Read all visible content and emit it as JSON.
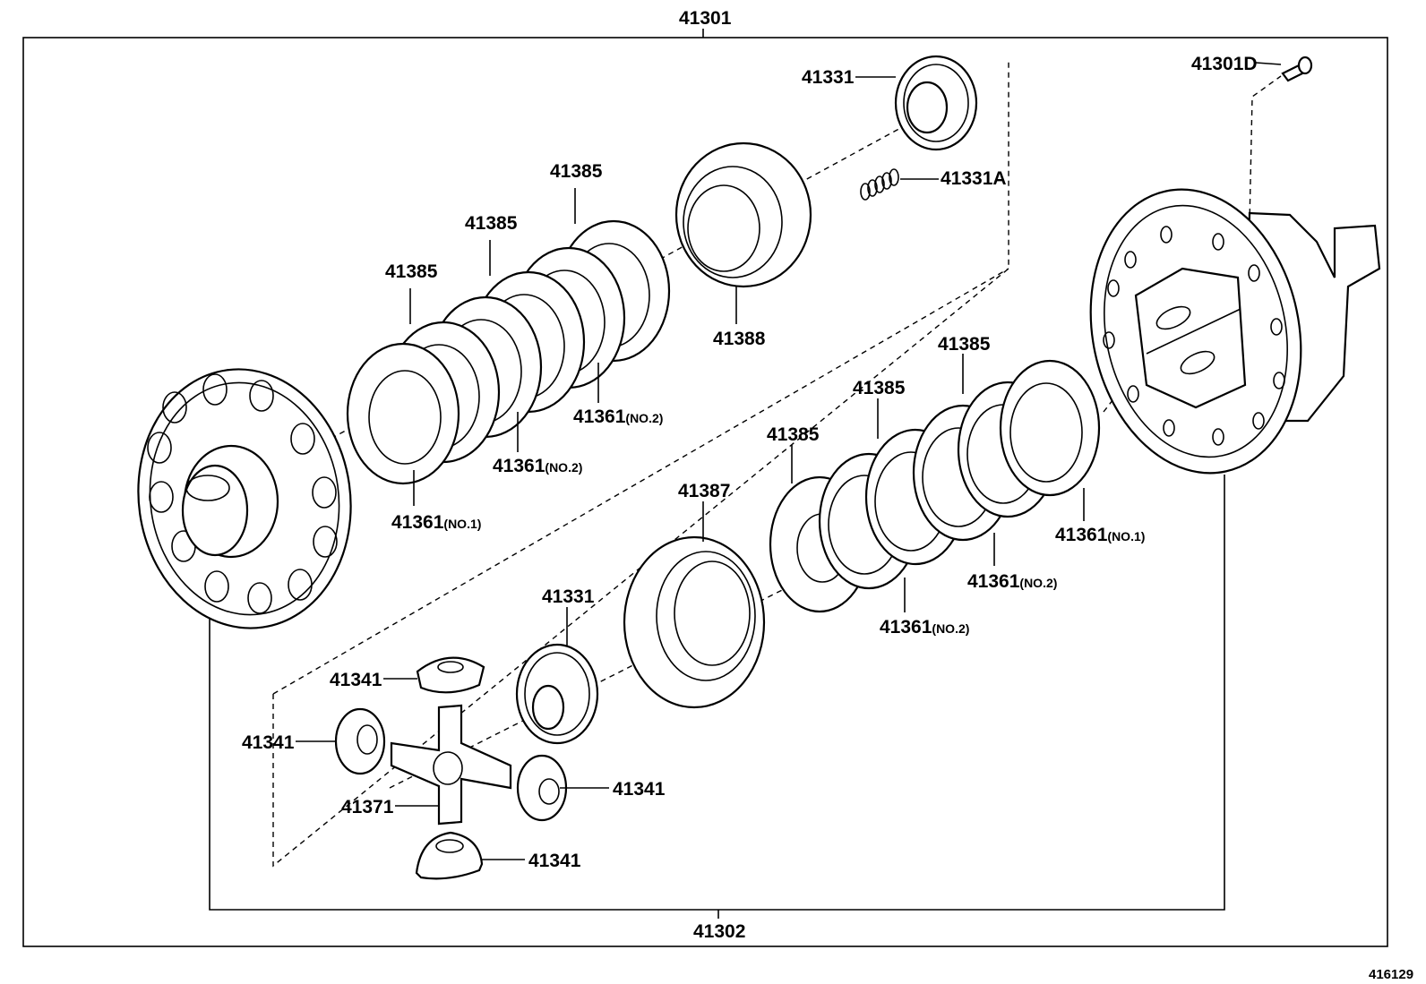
{
  "labels": {
    "assembly_top": "41301",
    "assembly_bottom": "41302",
    "screw": "41301D",
    "gear_upper": "41331",
    "spring": "41331A",
    "plate_upper_a": "41385",
    "plate_upper_b": "41385",
    "plate_upper_c": "41385",
    "cam_ring_upper": "41388",
    "disc_upper_no1": "41361",
    "disc_upper_no1_sub": "(NO.1)",
    "disc_upper_no2a": "41361",
    "disc_upper_no2a_sub": "(NO.2)",
    "disc_upper_no2b": "41361",
    "disc_upper_no2b_sub": "(NO.2)",
    "plate_lower_a": "41385",
    "plate_lower_b": "41385",
    "plate_lower_c": "41385",
    "disc_lower_no1": "41361",
    "disc_lower_no1_sub": "(NO.1)",
    "disc_lower_no2a": "41361",
    "disc_lower_no2a_sub": "(NO.2)",
    "disc_lower_no2b": "41361",
    "disc_lower_no2b_sub": "(NO.2)",
    "cam_ring_lower": "41387",
    "gear_lower": "41331",
    "pinion_top": "41341",
    "pinion_left": "41341",
    "pinion_right": "41341",
    "pinion_bottom": "41341",
    "spider_shaft": "41371"
  },
  "figure_number": "416129"
}
